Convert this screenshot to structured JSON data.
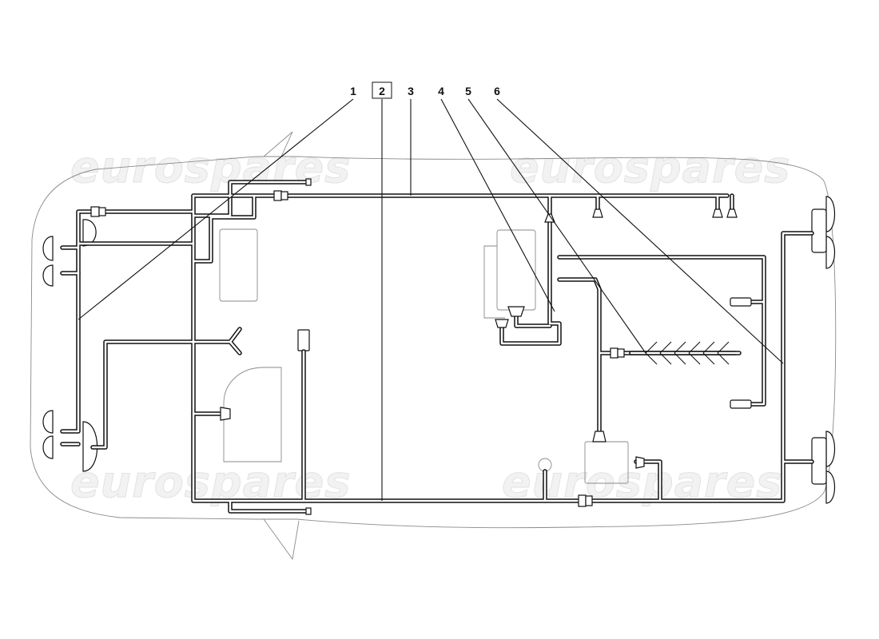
{
  "diagram": {
    "watermark_text": "eurospares",
    "callouts": [
      {
        "id": "1",
        "label": "1",
        "boxed": false
      },
      {
        "id": "2",
        "label": "2",
        "boxed": true
      },
      {
        "id": "3",
        "label": "3",
        "boxed": false
      },
      {
        "id": "4",
        "label": "4",
        "boxed": false
      },
      {
        "id": "5",
        "label": "5",
        "boxed": false
      },
      {
        "id": "6",
        "label": "6",
        "boxed": false
      }
    ]
  }
}
